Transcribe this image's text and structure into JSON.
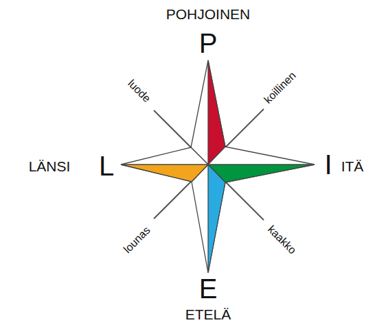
{
  "diagram": {
    "labels": [
      "POHJOINEN",
      "P",
      "luode",
      "koillinen",
      "LÄNSI",
      "L",
      "I",
      "ITÄ",
      "lounas",
      "kaakko",
      "E",
      "ETELÄ"
    ]
  }
}
